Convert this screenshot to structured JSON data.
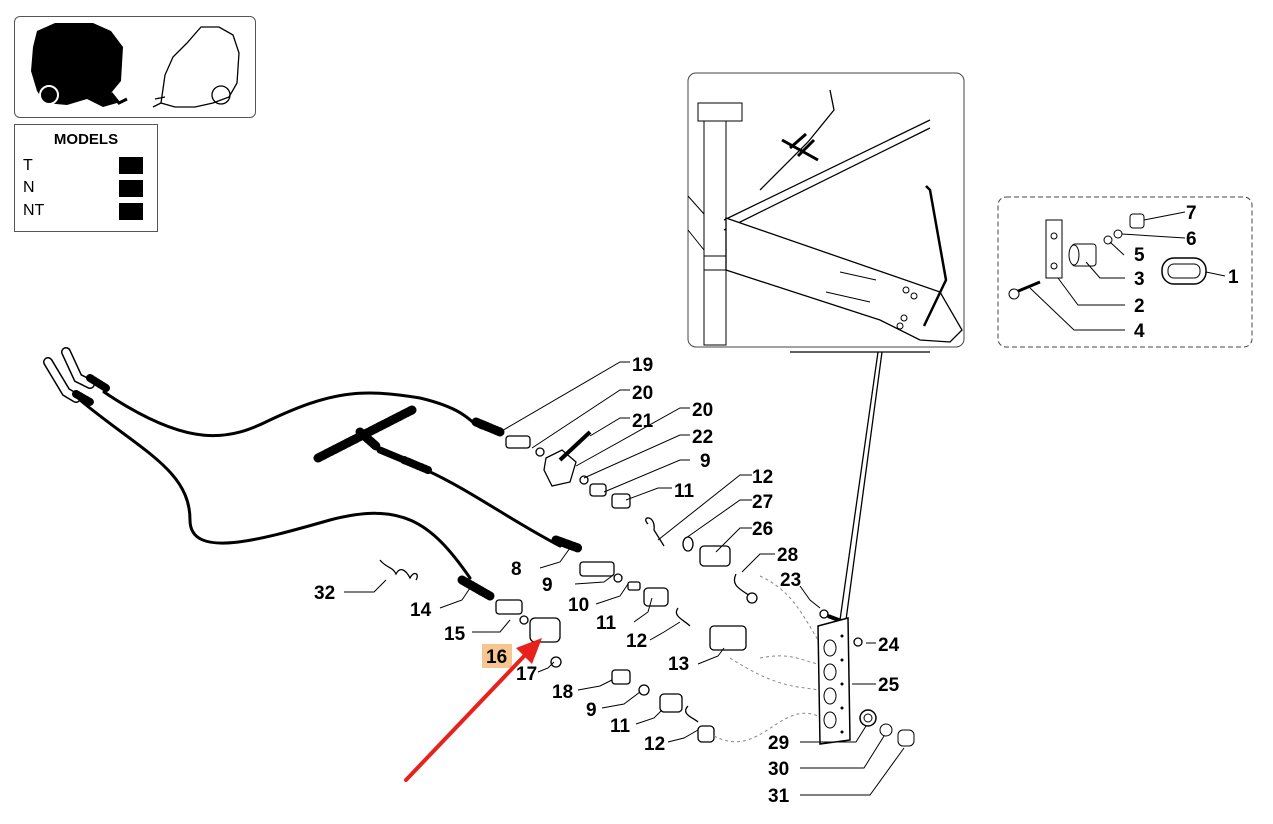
{
  "models": {
    "title": "MODELS",
    "rows": [
      {
        "label": "T"
      },
      {
        "label": "N"
      },
      {
        "label": "NT"
      }
    ]
  },
  "callouts": {
    "c19": "19",
    "c20a": "20",
    "c21": "21",
    "c20b": "20",
    "c22": "22",
    "c9a": "9",
    "c11a": "11",
    "c12a": "12",
    "c27": "27",
    "c26": "26",
    "c28": "28",
    "c8": "8",
    "c9b": "9",
    "c10": "10",
    "c11b": "11",
    "c12b": "12",
    "c13": "13",
    "c23": "23",
    "c24": "24",
    "c25": "25",
    "c32": "32",
    "c14": "14",
    "c15": "15",
    "c16": "16",
    "c17": "17",
    "c18": "18",
    "c9c": "9",
    "c11c": "11",
    "c12c": "12",
    "c29": "29",
    "c30": "30",
    "c31": "31",
    "c7": "7",
    "c6": "6",
    "c5": "5",
    "c3": "3",
    "c1": "1",
    "c2": "2",
    "c4": "4"
  },
  "highlighted_part": "16",
  "colors": {
    "highlight": "#f7c58f",
    "arrow": "#e8221b",
    "ink": "#000000"
  }
}
